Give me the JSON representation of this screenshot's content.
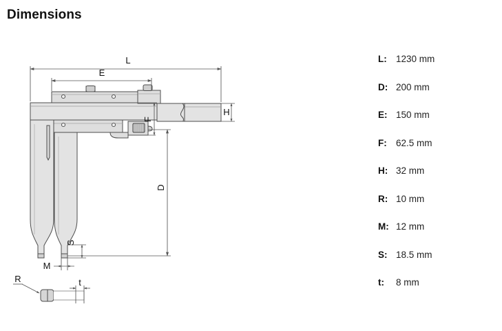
{
  "page": {
    "title": "Dimensions"
  },
  "drawing": {
    "name": "vernier-caliper-dimension-drawing",
    "callouts": {
      "L": "L",
      "E": "E",
      "F": "F",
      "H": "H",
      "D": "D",
      "S": "S",
      "M": "M",
      "R": "R",
      "t": "t"
    },
    "colors": {
      "fill_light": "#e6e6e6",
      "fill_mid": "#dcdcdc",
      "fill_dark": "#c9c9c9",
      "outline": "#4d4d4d",
      "dimension_line": "#555555",
      "text": "#111111"
    }
  },
  "dimension_list": {
    "unit": "mm",
    "rows": [
      {
        "symbol": "L:",
        "value": "1230 mm"
      },
      {
        "symbol": "D:",
        "value": "200 mm"
      },
      {
        "symbol": "E:",
        "value": "150 mm"
      },
      {
        "symbol": "F:",
        "value": "62.5 mm"
      },
      {
        "symbol": "H:",
        "value": "32 mm"
      },
      {
        "symbol": "R:",
        "value": "10 mm"
      },
      {
        "symbol": "M:",
        "value": "12 mm"
      },
      {
        "symbol": "S:",
        "value": "18.5 mm"
      },
      {
        "symbol": "t:",
        "value": "8 mm"
      }
    ]
  }
}
